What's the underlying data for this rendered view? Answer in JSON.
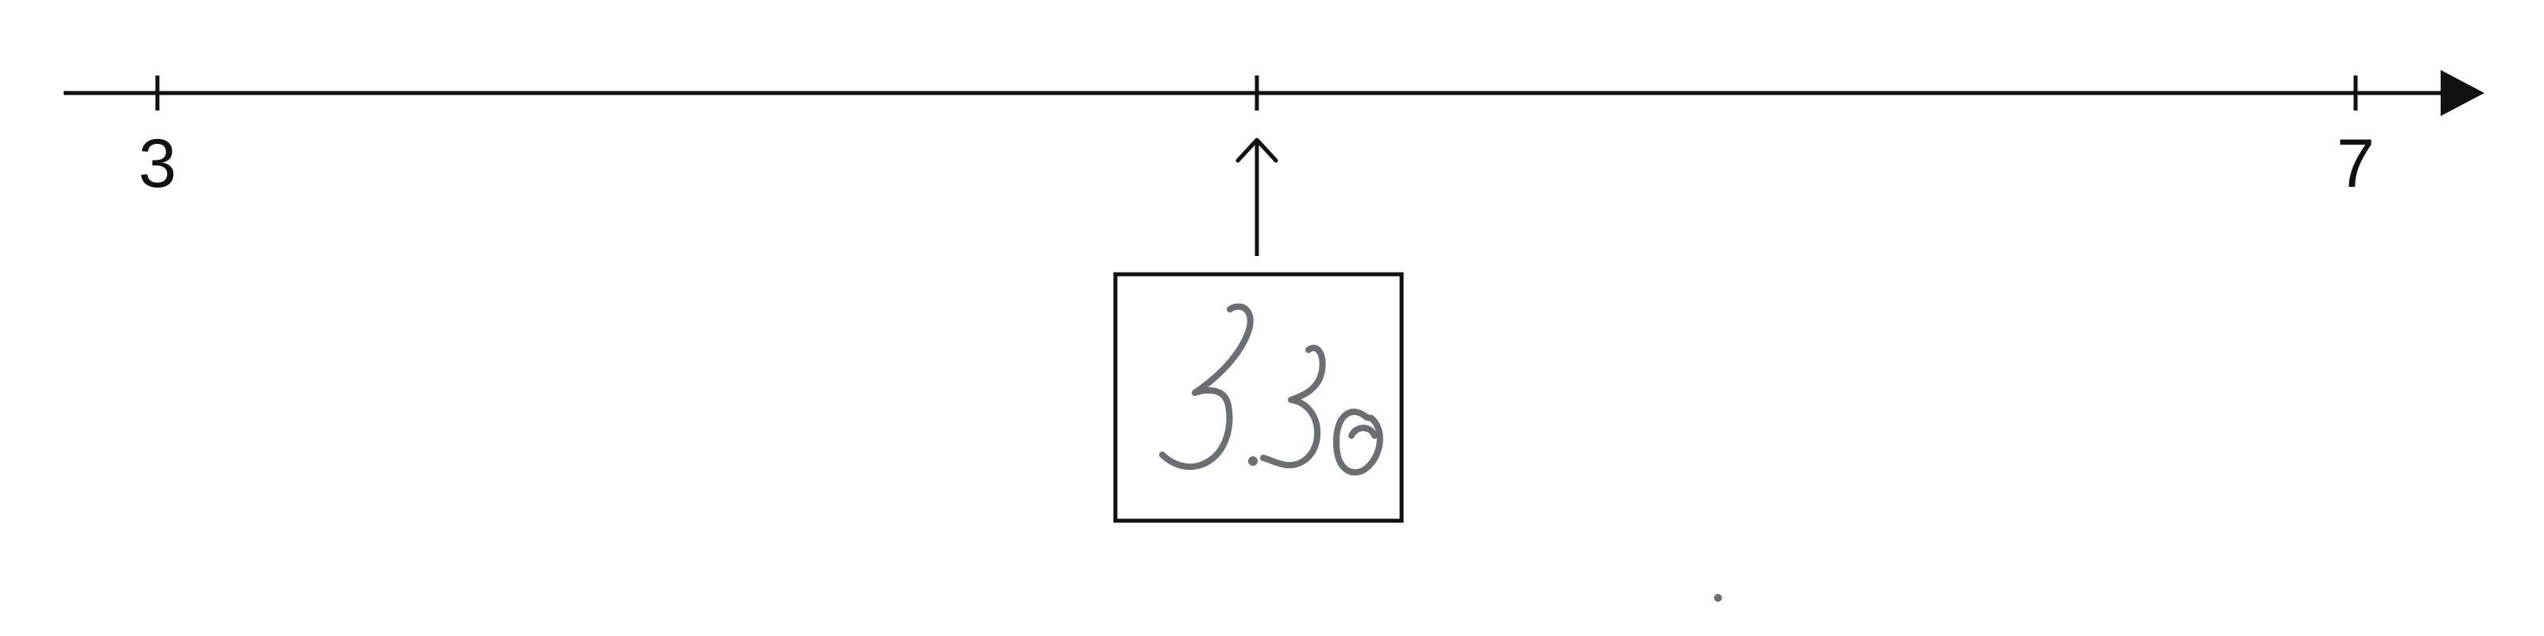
{
  "number_line": {
    "tick_labels": [
      "3",
      "7"
    ],
    "arrow_direction": "right"
  },
  "answer_box": {
    "handwritten_value": "3.30",
    "ink_color": "#6b6f74"
  },
  "colors": {
    "line": "#111111",
    "background": "#ffffff"
  },
  "icons": {
    "pointer": "up-arrow-icon",
    "axis_end": "right-arrowhead-icon"
  }
}
